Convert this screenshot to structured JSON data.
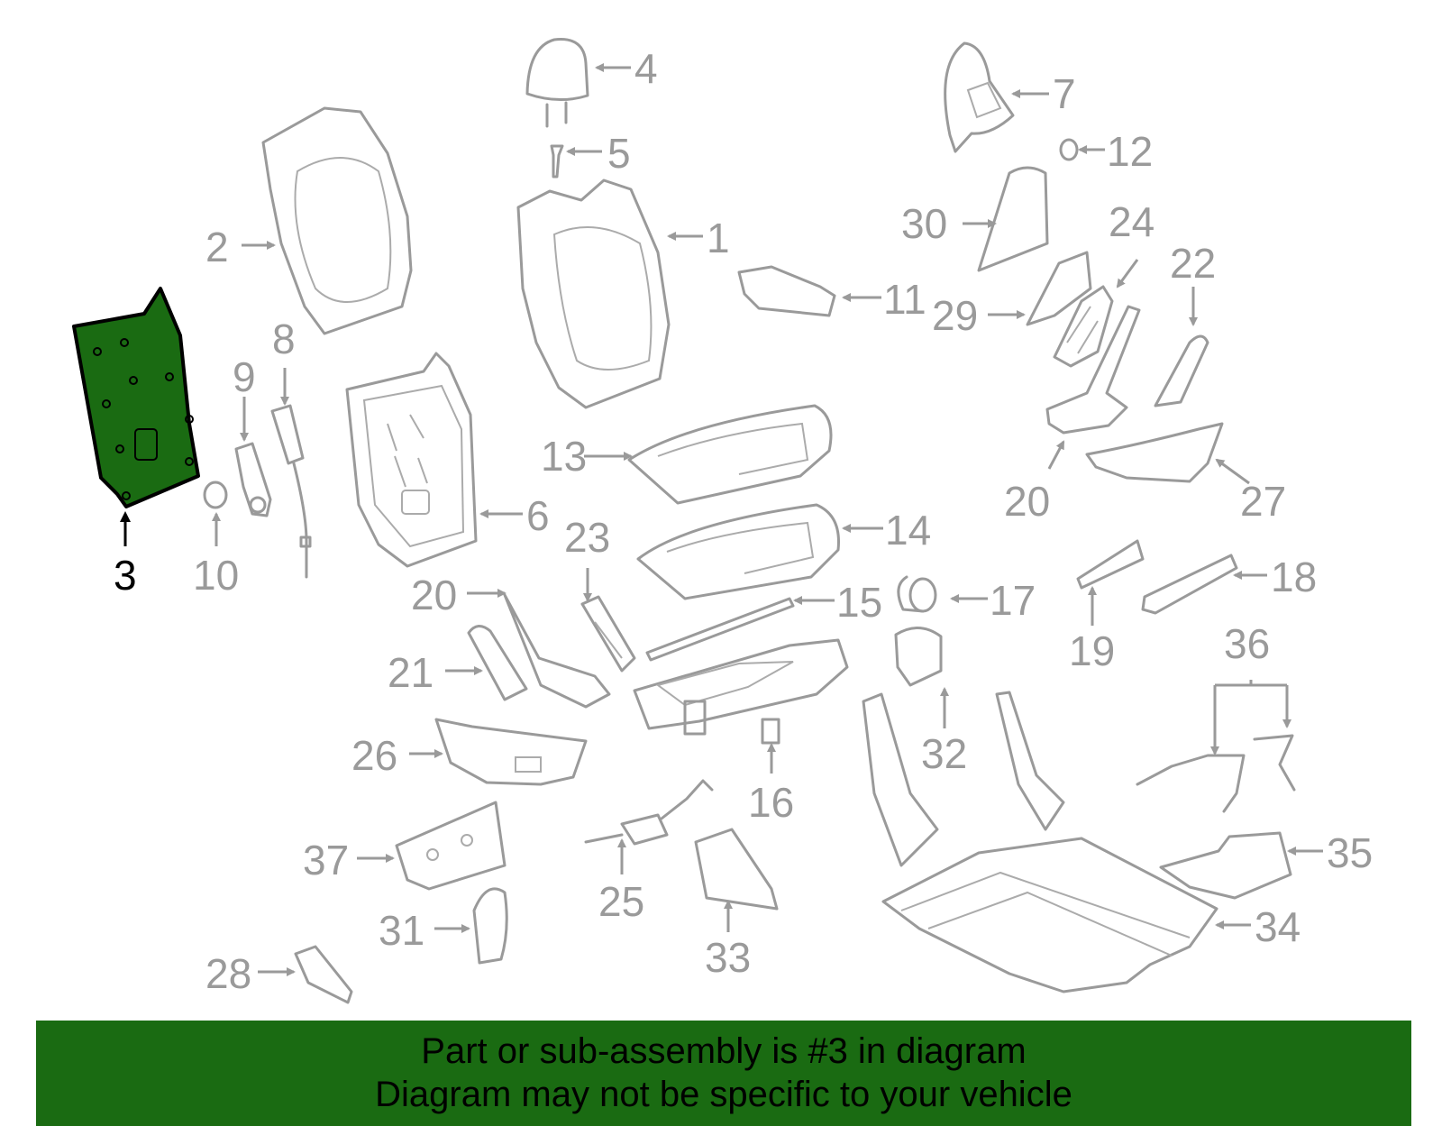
{
  "diagram": {
    "highlighted_part": "3",
    "highlight_color": "#1a6b12",
    "line_color": "#9a9a9a",
    "callouts": {
      "c1": "1",
      "c2": "2",
      "c3": "3",
      "c4": "4",
      "c5": "5",
      "c6": "6",
      "c7": "7",
      "c8": "8",
      "c9": "9",
      "c10": "10",
      "c11": "11",
      "c12": "12",
      "c13": "13",
      "c14": "14",
      "c15": "15",
      "c16": "16",
      "c17": "17",
      "c18": "18",
      "c19": "19",
      "c20a": "20",
      "c20b": "20",
      "c21": "21",
      "c22": "22",
      "c23": "23",
      "c24": "24",
      "c25": "25",
      "c26": "26",
      "c27": "27",
      "c28": "28",
      "c29": "29",
      "c30": "30",
      "c31": "31",
      "c32": "32",
      "c33": "33",
      "c34": "34",
      "c35": "35",
      "c36": "36",
      "c37": "37"
    }
  },
  "banner": {
    "line1": "Part or sub-assembly is #3 in diagram",
    "line2": "Diagram may not be specific to your vehicle"
  }
}
